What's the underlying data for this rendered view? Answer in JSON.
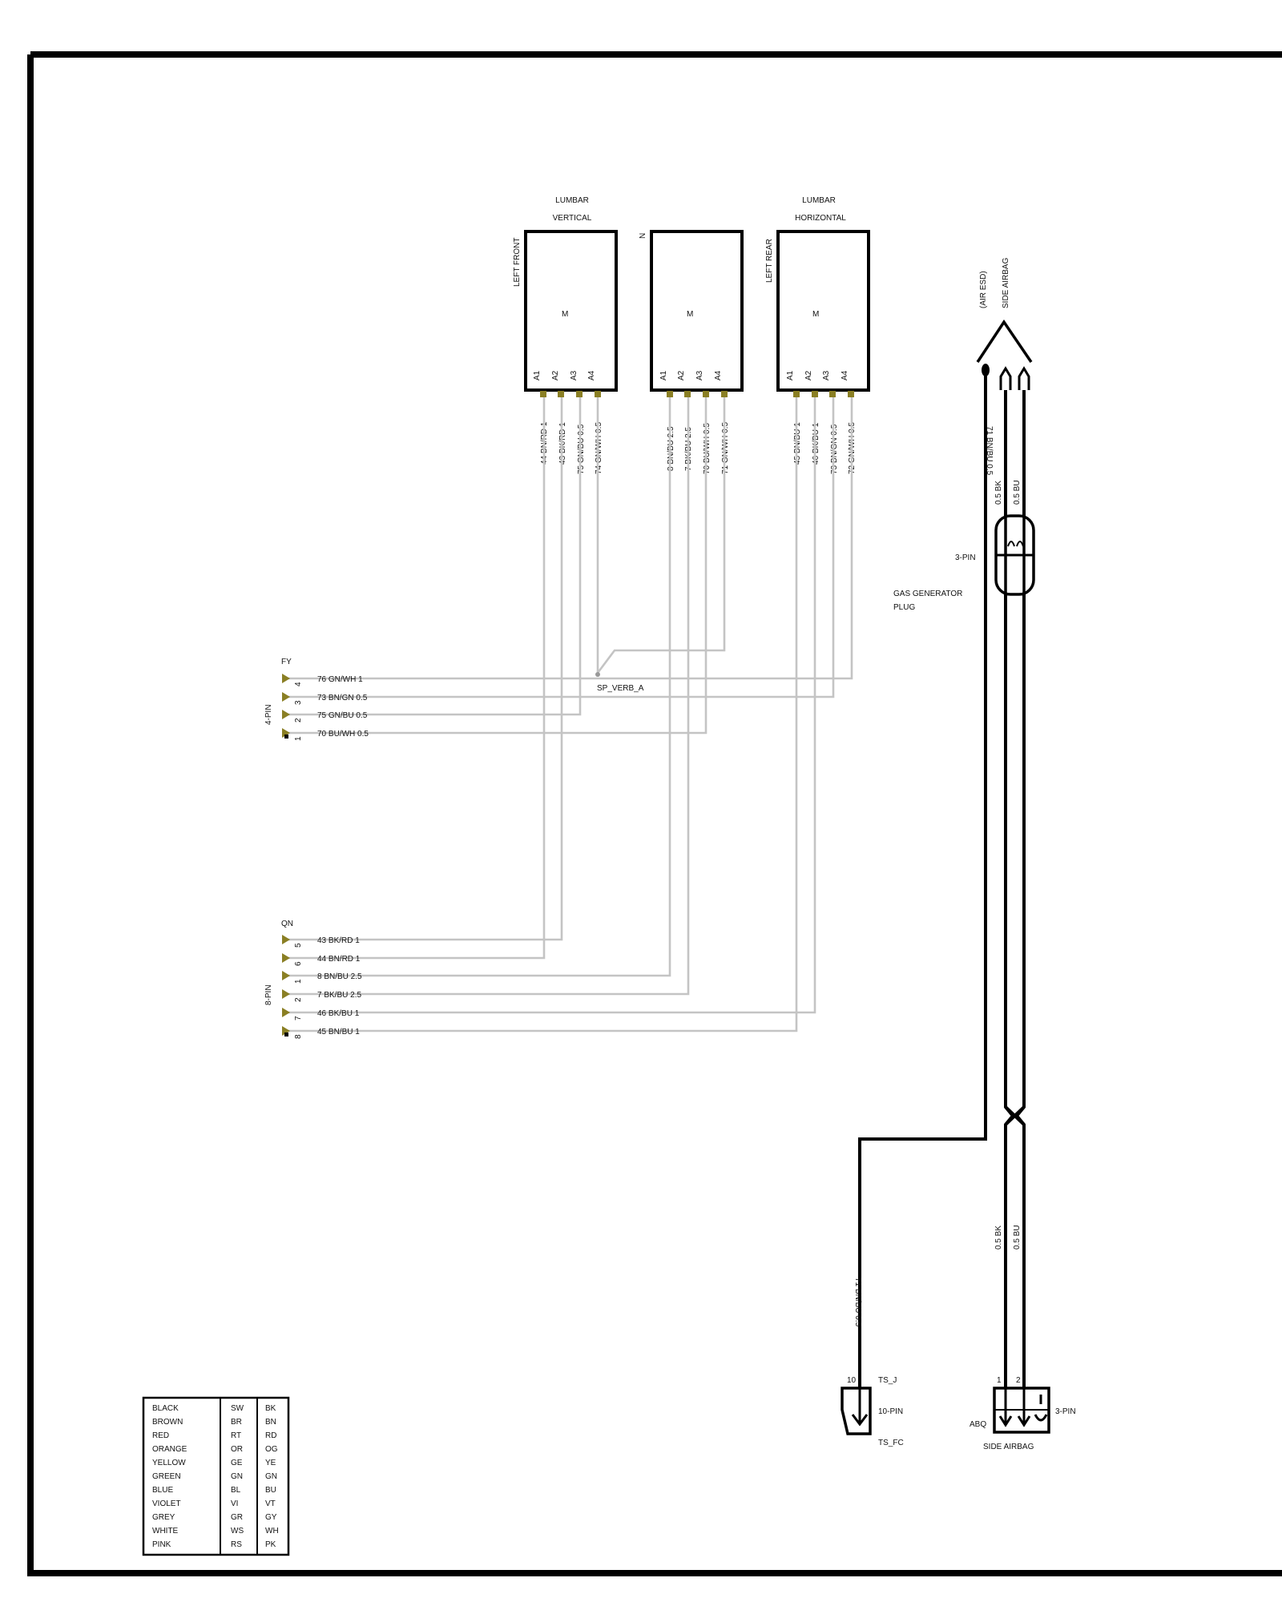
{
  "motors": [
    {
      "title_lines": [
        "LUMBAR",
        "VERTICAL"
      ],
      "side_label": "LEFT FRONT",
      "symbol": "M",
      "pins": [
        "A1",
        "A2",
        "A3",
        "A4"
      ],
      "wire_labels": [
        "44 BN/RD 1",
        "43 BK/RD 1",
        "75 GN/BU 0.5",
        "74 GN/WH 0.5"
      ]
    },
    {
      "title_lines": [],
      "side_label": "N",
      "symbol": "M",
      "pins": [
        "A1",
        "A2",
        "A3",
        "A4"
      ],
      "wire_labels": [
        "8 BN/BU 2.5",
        "7 BK/BU 2.5",
        "70 BU/WH 0.5",
        "71 GN/WH 0.5"
      ]
    },
    {
      "title_lines": [
        "LUMBAR",
        "HORIZONTAL"
      ],
      "side_label": "LEFT REAR",
      "symbol": "M",
      "pins": [
        "A1",
        "A2",
        "A3",
        "A4"
      ],
      "wire_labels": [
        "45 BN/BU 1",
        "46 BK/BU 1",
        "73 BN/GN 0.5",
        "72 GN/WH 0.5"
      ]
    }
  ],
  "connector_fy": {
    "name": "FY",
    "type": "4-PIN",
    "pins": [
      {
        "num": "4",
        "label": "76 GN/WH 1"
      },
      {
        "num": "3",
        "label": "73 BN/GN 0.5"
      },
      {
        "num": "2",
        "label": "75 GN/BU 0.5"
      },
      {
        "num": "1",
        "label": "70 BU/WH 0.5"
      }
    ]
  },
  "splice_label": "SP_VERB_A",
  "connector_qn": {
    "name": "QN",
    "type": "8-PIN",
    "pins": [
      {
        "num": "5",
        "label": "43 BK/RD 1"
      },
      {
        "num": "6",
        "label": "44 BN/RD 1"
      },
      {
        "num": "1",
        "label": "8 BN/BU 2.5"
      },
      {
        "num": "2",
        "label": "7 BK/BU 2.5"
      },
      {
        "num": "7",
        "label": "46 BK/BU 1"
      },
      {
        "num": "8",
        "label": "45 BN/BU 1"
      }
    ]
  },
  "airbag": {
    "side_label_lines": [
      "SIDE AIRBAG",
      "(AIR ESD)"
    ],
    "wire_top_labels": [
      "71 BN/BU 0.5",
      "0.5 BK",
      "0.5 BU"
    ],
    "plug_pin_label": "3-PIN",
    "plug_label_lines": [
      "GAS GENERATOR",
      "PLUG"
    ],
    "wire_bottom_labels": [
      "0.5 BK",
      "0.5 BU"
    ],
    "wire_left_label": "71 BN/BU 0.5",
    "ts_connector": {
      "pin_num": "10",
      "label_top": "TS_J",
      "pin_type": "10-PIN",
      "label_bottom": "TS_FC"
    },
    "abq_connector": {
      "pin_nums": [
        "1",
        "2"
      ],
      "left_label": "ABQ",
      "pin_type": "3-PIN",
      "bottom_label": "SIDE AIRBAG"
    }
  },
  "color_legend": [
    [
      "BLACK",
      "SW",
      "BK"
    ],
    [
      "BROWN",
      "BR",
      "BN"
    ],
    [
      "RED",
      "RT",
      "RD"
    ],
    [
      "ORANGE",
      "OR",
      "OG"
    ],
    [
      "YELLOW",
      "GE",
      "YE"
    ],
    [
      "GREEN",
      "GN",
      "GN"
    ],
    [
      "BLUE",
      "BL",
      "BU"
    ],
    [
      "VIOLET",
      "VI",
      "VT"
    ],
    [
      "GREY",
      "GR",
      "GY"
    ],
    [
      "WHITE",
      "WS",
      "WH"
    ],
    [
      "PINK",
      "RS",
      "PK"
    ]
  ],
  "colors": {
    "wire": "#c4c4c4",
    "line": "#000000",
    "terminal": "#8a7f24"
  }
}
